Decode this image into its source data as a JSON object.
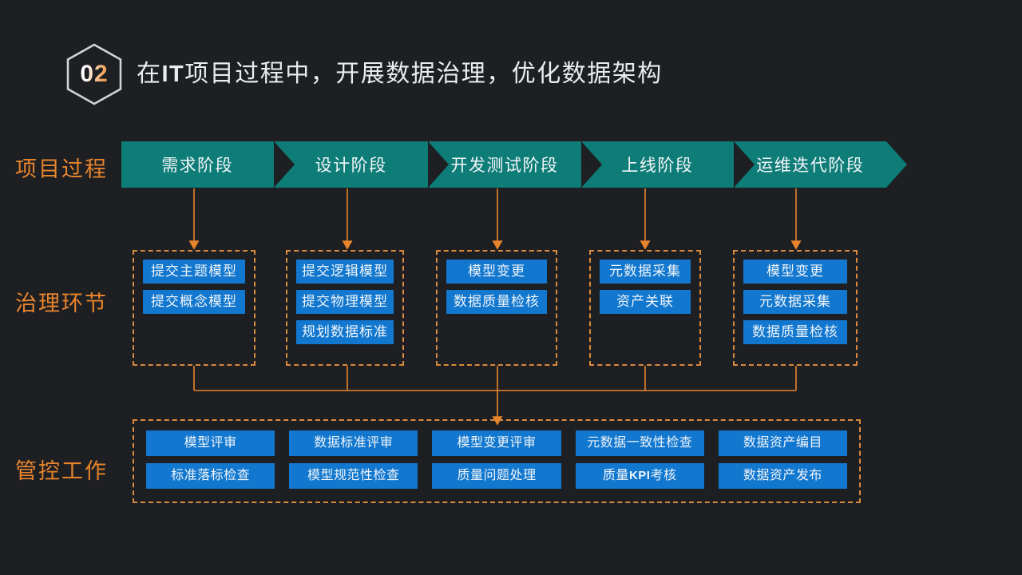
{
  "slide": {
    "background": "#1d1f23",
    "accent_orange": "#e8842c",
    "accent_teal": "#0e7c77",
    "accent_blue": "#1277ce"
  },
  "header": {
    "badge_number": "02",
    "title_prefix": "在",
    "title_bold": "IT",
    "title_suffix": "项目过程中，开展数据治理，优化数据架构"
  },
  "rows": {
    "process_label": "项目过程",
    "governance_label": "治理环节",
    "control_label": "管控工作"
  },
  "process": {
    "phases": [
      {
        "label": "需求阶段"
      },
      {
        "label": "设计阶段"
      },
      {
        "label": "开发测试阶段"
      },
      {
        "label": "上线阶段"
      },
      {
        "label": "运维迭代阶段"
      }
    ]
  },
  "governance": {
    "groups": [
      {
        "items": [
          "提交主题模型",
          "提交概念模型"
        ]
      },
      {
        "items": [
          "提交逻辑模型",
          "提交物理模型",
          "规划数据标准"
        ]
      },
      {
        "items": [
          "模型变更",
          "数据质量检核"
        ]
      },
      {
        "items": [
          "元数据采集",
          "资产关联"
        ]
      },
      {
        "items": [
          "模型变更",
          "元数据采集",
          "数据质量检核"
        ]
      }
    ]
  },
  "control": {
    "row1": [
      "模型评审",
      "数据标准评审",
      "模型变更评审",
      "元数据一致性检查",
      "数据资产编目"
    ],
    "row2_parts": [
      {
        "pre": "标准落标检查",
        "bold": "",
        "post": ""
      },
      {
        "pre": "模型规范性检查",
        "bold": "",
        "post": ""
      },
      {
        "pre": "质量问题处理",
        "bold": "",
        "post": ""
      },
      {
        "pre": "质量",
        "bold": "KPI",
        "post": "考核"
      },
      {
        "pre": "数据资产发布",
        "bold": "",
        "post": ""
      }
    ]
  }
}
